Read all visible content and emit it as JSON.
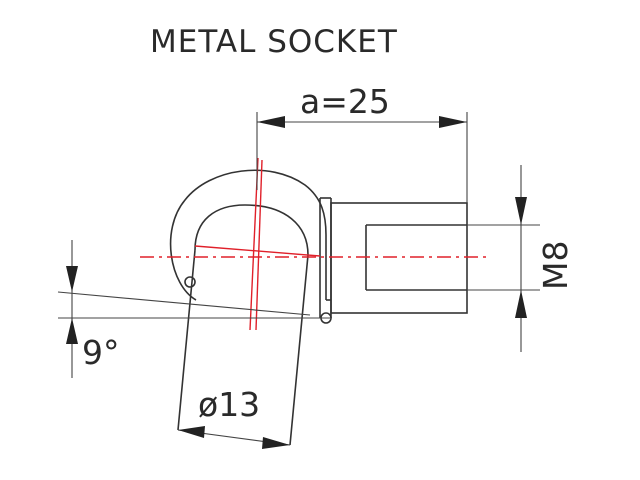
{
  "diagram": {
    "title": "METAL SOCKET",
    "dimensions": {
      "length": "a=25",
      "thread": "M8",
      "diameter": "ø13",
      "angle": "9°"
    }
  },
  "colors": {
    "line": "#333333",
    "centerline": "#e0202a",
    "background": "#ffffff"
  }
}
